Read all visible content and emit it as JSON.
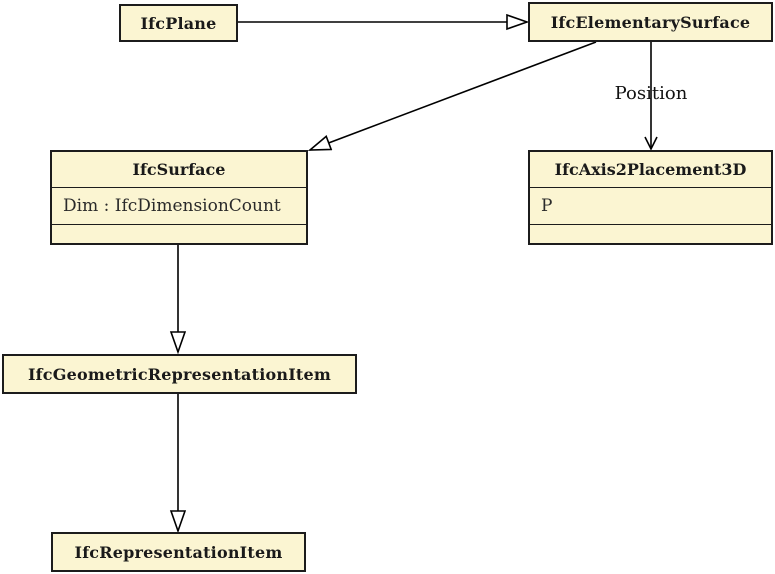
{
  "colors": {
    "box_fill": "#FBF5D2",
    "box_border": "#1C1C1C",
    "connector": "#000000",
    "background": "#FFFFFF"
  },
  "classes": [
    {
      "id": "ifcplane",
      "name": "IfcPlane"
    },
    {
      "id": "ifcelementarysurface",
      "name": "IfcElementarySurface"
    },
    {
      "id": "ifcsurface",
      "name": "IfcSurface",
      "attributes": [
        "Dim : IfcDimensionCount"
      ]
    },
    {
      "id": "ifcaxis2placement3d",
      "name": "IfcAxis2Placement3D",
      "attributes": [
        "P"
      ]
    },
    {
      "id": "ifcgeometricrepresentationitem",
      "name": "IfcGeometricRepresentationItem"
    },
    {
      "id": "ifcrepresentationitem",
      "name": "IfcRepresentationItem"
    }
  ],
  "relationships": [
    {
      "from": "IfcPlane",
      "to": "IfcElementarySurface",
      "type": "inheritance",
      "label": ""
    },
    {
      "from": "IfcElementarySurface",
      "to": "IfcSurface",
      "type": "inheritance",
      "label": ""
    },
    {
      "from": "IfcElementarySurface",
      "to": "IfcAxis2Placement3D",
      "type": "association",
      "label": "Position"
    },
    {
      "from": "IfcSurface",
      "to": "IfcGeometricRepresentationItem",
      "type": "inheritance",
      "label": ""
    },
    {
      "from": "IfcGeometricRepresentationItem",
      "to": "IfcRepresentationItem",
      "type": "inheritance",
      "label": ""
    }
  ]
}
